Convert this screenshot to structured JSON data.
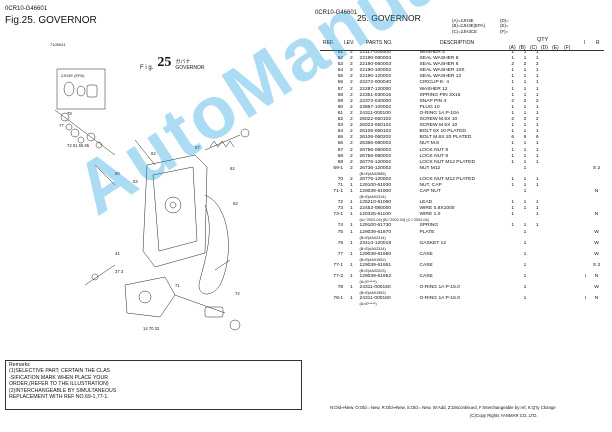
{
  "left_page": {
    "model_code": "0CR10-G46601",
    "figure_title": "Fig.25.  GOVERNOR",
    "drawing_code": "7105041",
    "fig_label_prefix": "F i g.",
    "fig_number": "25",
    "fig_label_jp": "ガバナ",
    "fig_label_en": "GOVERNOR",
    "inset_label": "2JH3E (EPA)",
    "remarks": [
      "Remarks",
      "(1)SELECTIVE PART; CERTAIN THE CLAS",
      "-SIFICATION MARK WHEN PLACE YOUR",
      "ORDER.(REFER TO THE ILLUSTRATION)",
      "(2)INTERCHANGEABLE BY SIMULTANEOUS",
      "REPLACEMENT WITH REF NO.69-1,77-1."
    ]
  },
  "right_page": {
    "model_code": "0CR10-G46601",
    "title_num": "25.",
    "title": "GOVERNOR",
    "legend": [
      {
        "key": "(A)=2JH3E",
        "val": "(D)="
      },
      {
        "key": "(B)=2JH3E(EPA)",
        "val": "(E)="
      },
      {
        "key": "(C)=2JH3CE",
        "val": "(F)="
      }
    ],
    "headers": {
      "ref": "REF.",
      "lev": "LEV.",
      "parts": "PARTS NO.",
      "desc": "DESCRIPTION",
      "qty": "QTY",
      "cols": [
        "(A)",
        "(B)",
        "(C)",
        "(D)",
        "(E)",
        "(F)"
      ],
      "i": "I",
      "r": "R"
    },
    "rows": [
      {
        "ref": "51",
        "lev": "2",
        "pno": "22117-040000",
        "desc": "WASHER 4",
        "q": [
          "1",
          "1",
          "1",
          "",
          "",
          ""
        ],
        "i": "",
        "r": ""
      },
      {
        "ref": "52",
        "lev": "2",
        "pno": "22190-080003",
        "desc": "SEAL WASHER 8",
        "q": [
          "1",
          "1",
          "1",
          "",
          "",
          ""
        ],
        "i": "",
        "r": ""
      },
      {
        "ref": "53",
        "lev": "2",
        "pno": "22190-060003",
        "desc": "SEAL WASHER 6",
        "q": [
          "2",
          "2",
          "2",
          "",
          "",
          ""
        ],
        "i": "",
        "r": ""
      },
      {
        "ref": "54",
        "lev": "2",
        "pno": "22190-100002",
        "desc": "SEAL WASHER 10S",
        "q": [
          "1",
          "1",
          "1",
          "",
          "",
          ""
        ],
        "i": "",
        "r": ""
      },
      {
        "ref": "55",
        "lev": "2",
        "pno": "22190-120002",
        "desc": "SEAL WASHER 12",
        "q": [
          "1",
          "1",
          "1",
          "",
          "",
          ""
        ],
        "i": "",
        "r": ""
      },
      {
        "ref": "56",
        "lev": "2",
        "pno": "22272-000040",
        "desc": "CIRCLIP E- 4",
        "q": [
          "1",
          "1",
          "1",
          "",
          "",
          ""
        ],
        "i": "",
        "r": ""
      },
      {
        "ref": "57",
        "lev": "2",
        "pno": "22287-120000",
        "desc": "WASHER 12",
        "q": [
          "1",
          "1",
          "1",
          "",
          "",
          ""
        ],
        "i": "",
        "r": ""
      },
      {
        "ref": "58",
        "lev": "2",
        "pno": "22351-030016",
        "desc": "SPRING PIN 3X16",
        "q": [
          "1",
          "1",
          "1",
          "",
          "",
          ""
        ],
        "i": "",
        "r": ""
      },
      {
        "ref": "59",
        "lev": "2",
        "pno": "22372-040000",
        "desc": "SNAP PIN 4",
        "q": [
          "2",
          "2",
          "2",
          "",
          "",
          ""
        ],
        "i": "",
        "r": ""
      },
      {
        "ref": "60",
        "lev": "2",
        "pno": "23867-100002",
        "desc": "PLUG 10",
        "q": [
          "1",
          "1",
          "1",
          "",
          "",
          ""
        ],
        "i": "",
        "r": ""
      },
      {
        "ref": "61",
        "lev": "2",
        "pno": "24311-000100",
        "desc": "O-RING 1A P-10A",
        "q": [
          "1",
          "1",
          "1",
          "",
          "",
          ""
        ],
        "i": "",
        "r": ""
      },
      {
        "ref": "62",
        "lev": "2",
        "pno": "26022-050102",
        "desc": "SCREW M.5X 10",
        "q": [
          "2",
          "2",
          "2",
          "",
          "",
          ""
        ],
        "i": "",
        "r": ""
      },
      {
        "ref": "63",
        "lev": "2",
        "pno": "26023-050102",
        "desc": "SCREW M.5X 10",
        "q": [
          "1",
          "1",
          "1",
          "",
          "",
          ""
        ],
        "i": "",
        "r": ""
      },
      {
        "ref": "64",
        "lev": "2",
        "pno": "26106-060102",
        "desc": "BOLT 6X 10 PLATED",
        "q": [
          "1",
          "1",
          "1",
          "",
          "",
          ""
        ],
        "i": "",
        "r": ""
      },
      {
        "ref": "65",
        "lev": "2",
        "pno": "26106-060202",
        "desc": "BOLT M.6X 20 PLATED",
        "q": [
          "6",
          "6",
          "6",
          "",
          "",
          ""
        ],
        "i": "",
        "r": ""
      },
      {
        "ref": "66",
        "lev": "2",
        "pno": "26366-080002",
        "desc": "NUT M.8",
        "q": [
          "1",
          "1",
          "1",
          "",
          "",
          ""
        ],
        "i": "",
        "r": ""
      },
      {
        "ref": "67",
        "lev": "2",
        "pno": "26756-080002",
        "desc": "LOCK NUT 8",
        "q": [
          "1",
          "1",
          "1",
          "",
          "",
          ""
        ],
        "i": "",
        "r": ""
      },
      {
        "ref": "68",
        "lev": "2",
        "pno": "26756-080002",
        "desc": "LOCK NUT 8",
        "q": [
          "1",
          "1",
          "1",
          "",
          "",
          ""
        ],
        "i": "",
        "r": ""
      },
      {
        "ref": "69",
        "lev": "2",
        "pno": "26776-120002",
        "desc": "LOCK NUT M12 PLATED",
        "q": [
          "1",
          "1",
          "1",
          "",
          "",
          ""
        ],
        "i": "",
        "r": ""
      },
      {
        "ref": "69-1",
        "lev": "2",
        "pno": "26736-120002",
        "desc": "NUT M12",
        "q": [
          "",
          "1",
          "",
          "",
          "",
          ""
        ],
        "i": "",
        "r": "S  2",
        "sub": "(B=E)#A02685)"
      },
      {
        "ref": "70",
        "lev": "2",
        "pno": "26776-120002",
        "desc": "LOCK NUT M12 PLATED",
        "q": [
          "1",
          "1",
          "1",
          "",
          "",
          ""
        ],
        "i": "",
        "r": ""
      },
      {
        "ref": "71",
        "lev": "1",
        "pno": "129100-61930",
        "desc": "NUT, CAP",
        "q": [
          "1",
          "1",
          "1",
          "",
          "",
          ""
        ],
        "i": "",
        "r": ""
      },
      {
        "ref": "71-1",
        "lev": "1",
        "pno": "129039-61900",
        "desc": "CAP NUT",
        "q": [
          "",
          "1",
          "",
          "",
          "",
          ""
        ],
        "i": "",
        "r": "N",
        "sub": "(B=E)#A02314)"
      },
      {
        "ref": "72",
        "lev": "1",
        "pno": "125210-61090",
        "desc": "LEAD",
        "q": [
          "1",
          "1",
          "1",
          "",
          "",
          ""
        ],
        "i": "",
        "r": ""
      },
      {
        "ref": "73",
        "lev": "1",
        "pno": "22453-080000",
        "desc": "WIRE 0.8X1000",
        "q": [
          "1",
          "1",
          "1",
          "",
          "",
          ""
        ],
        "i": "",
        "r": ""
      },
      {
        "ref": "73-1",
        "lev": "1",
        "pno": "120325-61100",
        "desc": "WIRE 1.0",
        "q": [
          "1",
          "",
          "1",
          "",
          "",
          ""
        ],
        "i": "",
        "r": "N",
        "sub": "(A=\"2002.04)          (B=\"2002.04)          (C=\"2002.04)"
      },
      {
        "ref": "74",
        "lev": "1",
        "pno": "129100-61730",
        "desc": "SPRING",
        "q": [
          "1",
          "1",
          "1",
          "",
          "",
          ""
        ],
        "i": "",
        "r": ""
      },
      {
        "ref": "75",
        "lev": "1",
        "pno": "129039-61970",
        "desc": "PLATE",
        "q": [
          "",
          "1",
          "",
          "",
          "",
          ""
        ],
        "i": "",
        "r": "W",
        "sub": "(B=E)#A02314)"
      },
      {
        "ref": "76",
        "lev": "1",
        "pno": "23414-120018",
        "desc": "GASKET 12",
        "q": [
          "",
          "1",
          "",
          "",
          "",
          ""
        ],
        "i": "",
        "r": "W",
        "sub": "(B=E)#A02314)"
      },
      {
        "ref": "77",
        "lev": "1",
        "pno": "129039-61950",
        "desc": "CASE",
        "q": [
          "",
          "1",
          "",
          "",
          "",
          ""
        ],
        "i": "",
        "r": "W",
        "sub": "(B=E)#A01952)"
      },
      {
        "ref": "77-1",
        "lev": "1",
        "pno": "129039-61951",
        "desc": "CASE",
        "q": [
          "",
          "1",
          "",
          "",
          "",
          ""
        ],
        "i": "",
        "r": "S  2",
        "sub": "(B=E)#A02023)"
      },
      {
        "ref": "77-2",
        "lev": "1",
        "pno": "129039-61952",
        "desc": "CASE",
        "q": [
          "",
          "1",
          "",
          "",
          "",
          ""
        ],
        "i": "I",
        "r": "N",
        "sub": "(A=E*****)"
      },
      {
        "ref": "78",
        "lev": "1",
        "pno": "24311-000150",
        "desc": "O-RING 1A P-15.0",
        "q": [
          "",
          "1",
          "",
          "",
          "",
          ""
        ],
        "i": "",
        "r": "W",
        "sub": "(B=E)#A01952)"
      },
      {
        "ref": "78-1",
        "lev": "1",
        "pno": "24311-000160",
        "desc": "O-RING 1A P-16.0",
        "q": [
          "",
          "1",
          "",
          "",
          "",
          ""
        ],
        "i": "I",
        "r": "N",
        "sub": "(A=E*****)"
      }
    ],
    "footer": "N:Old⇒New, O:Old⇔New, R:Old⇒New, S:Old⇔New, W:Add, Z:Discontinued, F:Interchangeable by ref, K:Q'ty Change",
    "copyright": "(C)Copy Rights YANMAR CO.,LTD."
  },
  "watermark": "AutoManual"
}
